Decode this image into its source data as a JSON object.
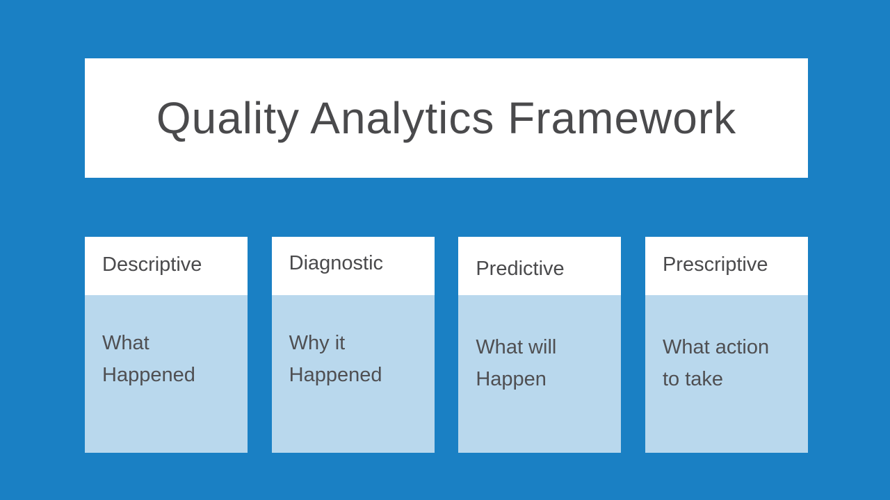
{
  "slide": {
    "title": "Quality Analytics Framework",
    "columns": [
      {
        "header": "Descriptive",
        "body": "What\nHappened"
      },
      {
        "header": "Diagnostic",
        "body": "Why it\nHappened"
      },
      {
        "header": "Predictive",
        "body": "What will\nHappen"
      },
      {
        "header": "Prescriptive",
        "body": "What action\nto take"
      }
    ]
  },
  "colors": {
    "background": "#1A80C4",
    "panel": "#B9D8ED",
    "card": "#FFFFFF",
    "text": "#4A4A4C"
  }
}
